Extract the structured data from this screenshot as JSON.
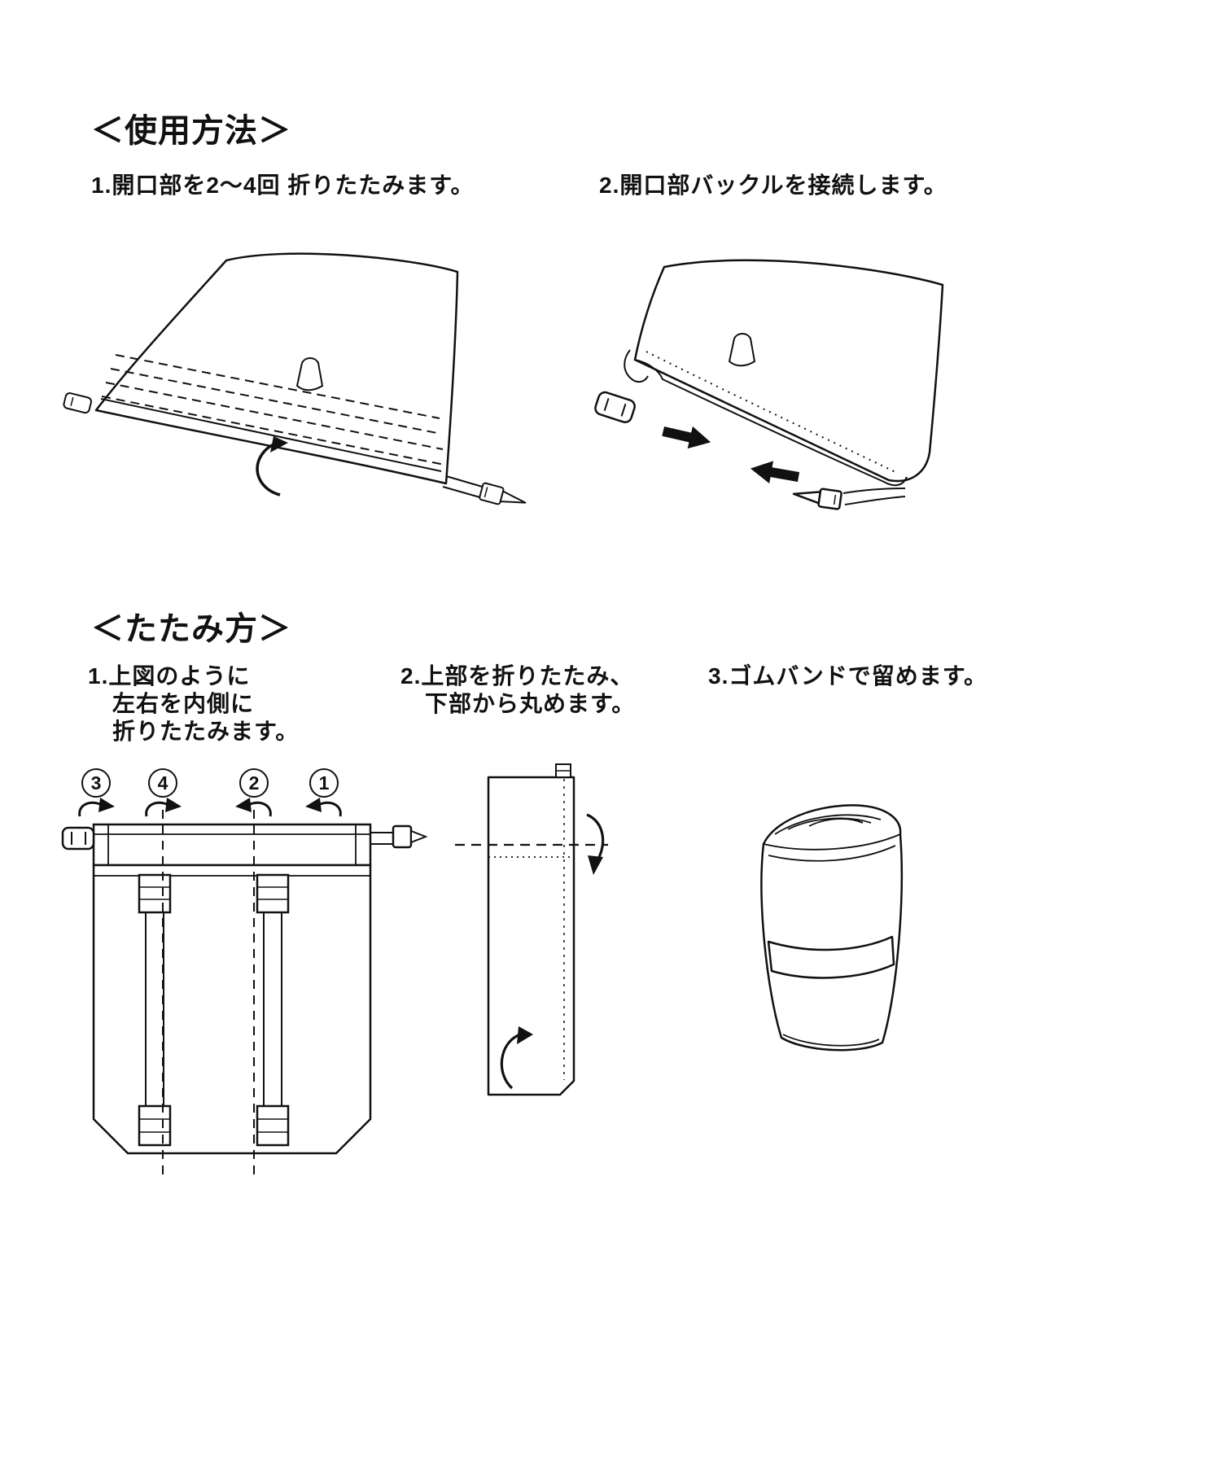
{
  "colors": {
    "ink": "#111111",
    "background": "#ffffff"
  },
  "usage": {
    "title": "＜使用方法＞",
    "step1": "1.開口部を2〜4回 折りたたみます。",
    "step2": "2.開口部バックルを接続します。"
  },
  "folding": {
    "title": "＜たたみ方＞",
    "step1": {
      "line1": "1.上図のように",
      "line2": "左右を内側に",
      "line3": "折りたたみます。"
    },
    "step2": {
      "line1": "2.上部を折りたたみ、",
      "line2": "下部から丸めます。"
    },
    "step3": "3.ゴムバンドで留めます。",
    "fold_order": [
      "3",
      "4",
      "2",
      "1"
    ]
  }
}
